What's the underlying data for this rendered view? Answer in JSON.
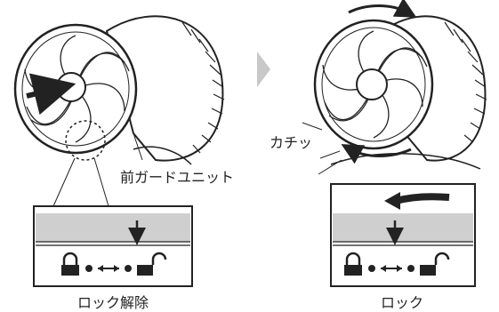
{
  "labels": {
    "front_guard_unit": "前ガードユニット",
    "click_sound": "カチッ",
    "unlock_caption": "ロック解除",
    "lock_caption": "ロック",
    "arrow_down": "↓"
  },
  "colors": {
    "line": "#222222",
    "panel_fill": "#cfcfcf",
    "stage_arrow": "#c8c8c8",
    "white": "#ffffff"
  }
}
